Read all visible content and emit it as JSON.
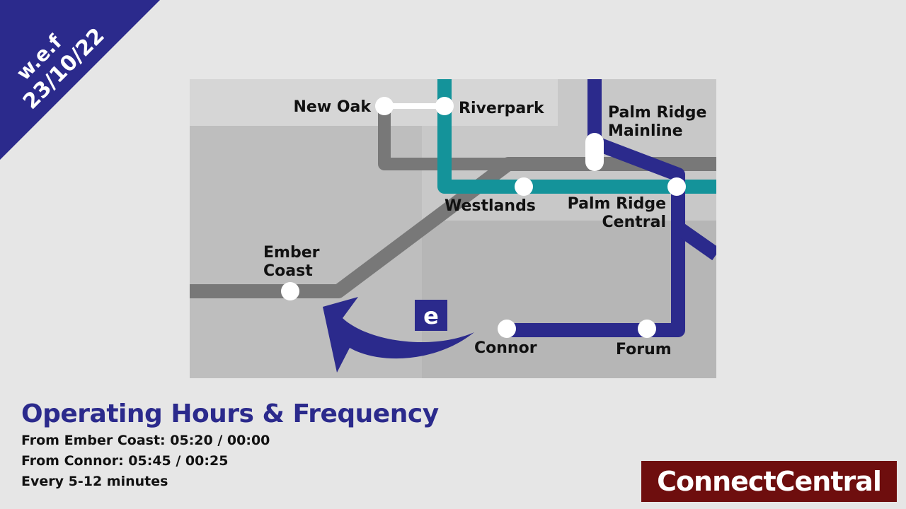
{
  "badge": {
    "line1": "w.e.f",
    "line2": "23/10/22",
    "color": "#2b2a8c"
  },
  "map": {
    "stations": {
      "new_oak": "New Oak",
      "riverpark": "Riverpark",
      "palm_ridge_mainline": [
        "Palm Ridge",
        "Mainline"
      ],
      "westlands": "Westlands",
      "palm_ridge_central": [
        "Palm Ridge",
        "Central"
      ],
      "ember_coast": [
        "Ember",
        "Coast"
      ],
      "connor": "Connor",
      "forum": "Forum"
    },
    "line_logo": "e",
    "colors": {
      "blue_line": "#2b2a8c",
      "teal_line": "#14939a",
      "grey_line": "#787878"
    }
  },
  "info": {
    "title": "Operating Hours & Frequency",
    "from_ember": "From Ember Coast: 05:20 / 00:00",
    "from_connor": "From Connor: 05:45 / 00:25",
    "frequency": "Every 5-12 minutes"
  },
  "brand": {
    "name": "ConnectCentral",
    "color": "#6e0e0e"
  }
}
